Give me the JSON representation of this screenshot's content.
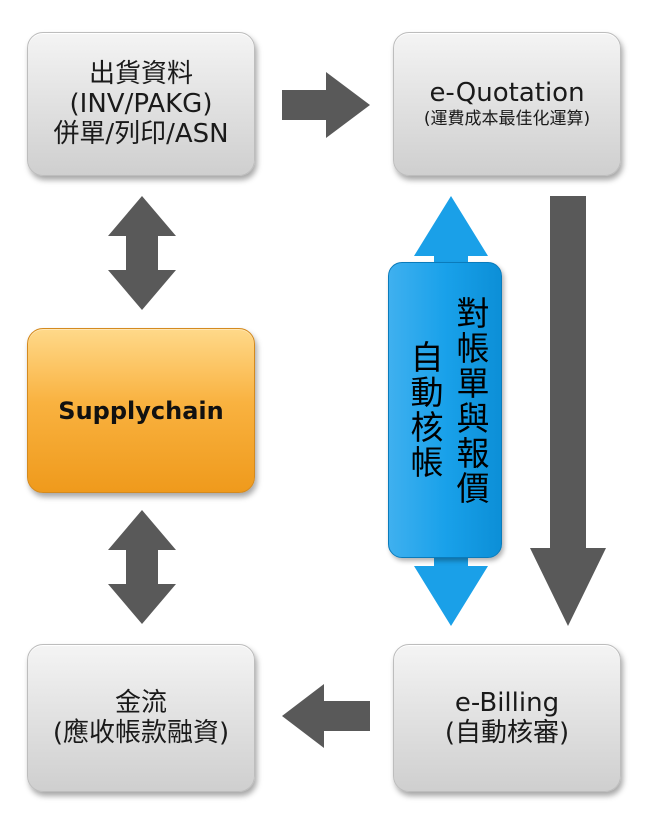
{
  "nodes": {
    "shipping": {
      "lines": [
        "出貨資料",
        "(INV/PAKG)",
        "併單/列印/ASN"
      ]
    },
    "quotation": {
      "title": "e-Quotation",
      "subtitle": "(運費成本最佳化運算)"
    },
    "supplychain": {
      "label": "Supplychain"
    },
    "finance": {
      "lines": [
        "金流",
        "(應收帳款融資)"
      ]
    },
    "billing": {
      "lines": [
        "e-Billing",
        "(自動核審)"
      ]
    },
    "reconcile": {
      "col_right": "對帳單與報價",
      "col_left": "自動核帳"
    }
  },
  "colors": {
    "dark_arrow": "#595959",
    "blue_arrow": "#1aa0e8",
    "gray_box": "#dcdcdc",
    "orange_box": "#f5a733",
    "blue_box": "#19a1ea"
  },
  "icons": {
    "shipping_to_quotation": "right-arrow",
    "quotation_to_billing": "down-arrow",
    "billing_to_finance": "left-arrow",
    "shipping_supplychain": "up-down-arrow",
    "supplychain_finance": "up-down-arrow",
    "quotation_billing_blue": "up-down-arrow"
  }
}
